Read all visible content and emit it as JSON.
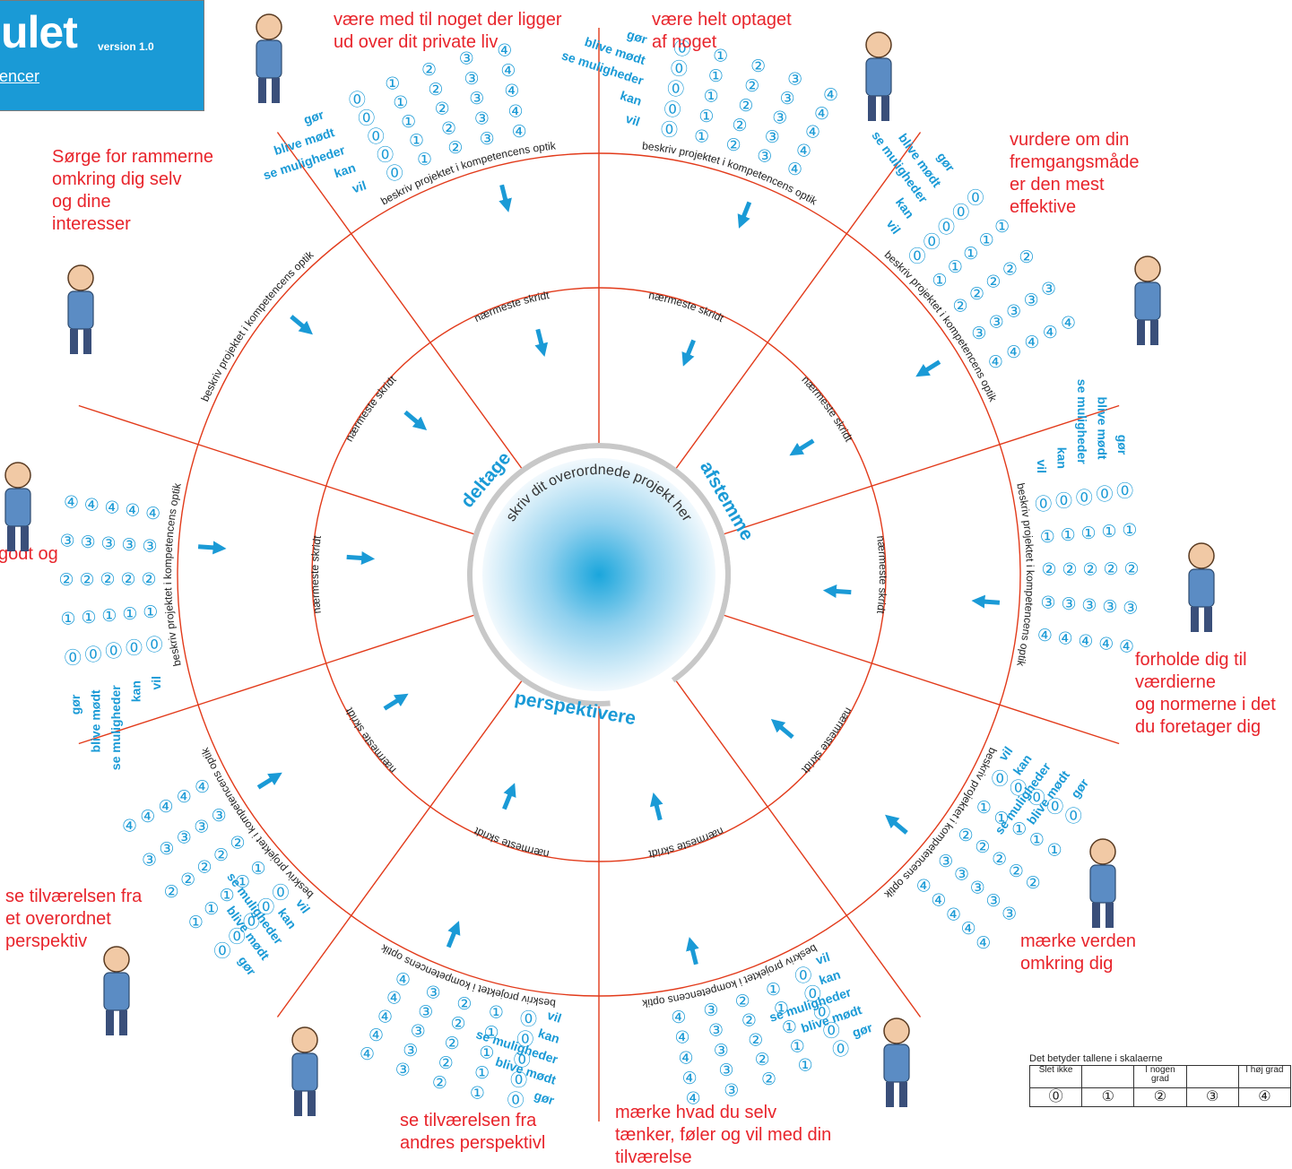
{
  "header": {
    "title": "ulet",
    "version": "version 1.0",
    "link": "encer"
  },
  "center": {
    "prompt": "skriv dit overordnede projekt her",
    "arc_labels": [
      "deltage",
      "afstemme",
      "perspektivere"
    ]
  },
  "ring_labels": {
    "inner": "nærmeste skridt",
    "outer": "beskriv projektet i kompetencens optik"
  },
  "scale_labels": [
    "vil",
    "kan",
    "se muligheder",
    "blive mødt",
    "gør"
  ],
  "scale_numbers": [
    "⓪",
    "①",
    "②",
    "③",
    "④"
  ],
  "competences": [
    {
      "text": [
        "være med til noget der ligger",
        "ud over dit private liv"
      ]
    },
    {
      "text": [
        "være helt optaget",
        "af noget"
      ]
    },
    {
      "text": [
        "vurdere om din",
        "fremgangsmåde",
        "er den mest",
        "effektive"
      ]
    },
    {
      "text": [
        "forholde dig til",
        "værdierne",
        "og normerne i det",
        "du foretager dig"
      ]
    },
    {
      "text": [
        "mærke verden",
        "omkring dig"
      ]
    },
    {
      "text": [
        "mærke hvad du selv",
        "tænker, føler og vil med din",
        "tilværelse"
      ]
    },
    {
      "text": [
        "se tilværelsen fra",
        "andres perspektivl"
      ]
    },
    {
      "text": [
        "se tilværelsen fra",
        "et overordnet",
        "perspektiv"
      ]
    },
    {
      "text": [
        "godt og"
      ]
    },
    {
      "text": [
        "Sørge for rammerne",
        "omkring dig selv",
        "og dine",
        "interesser"
      ]
    }
  ],
  "legend": {
    "caption": "Det betyder tallene i skalaerne",
    "headers": [
      "Slet ikke",
      "",
      "I nogen grad",
      "",
      "I høj grad"
    ],
    "numbers": [
      "⓪",
      "①",
      "②",
      "③",
      "④"
    ]
  },
  "colors": {
    "accent_blue": "#1a9ad6",
    "competence_red": "#e8242b",
    "spoke_red": "#e23a1a",
    "ring_gray": "#c8c8c8"
  }
}
